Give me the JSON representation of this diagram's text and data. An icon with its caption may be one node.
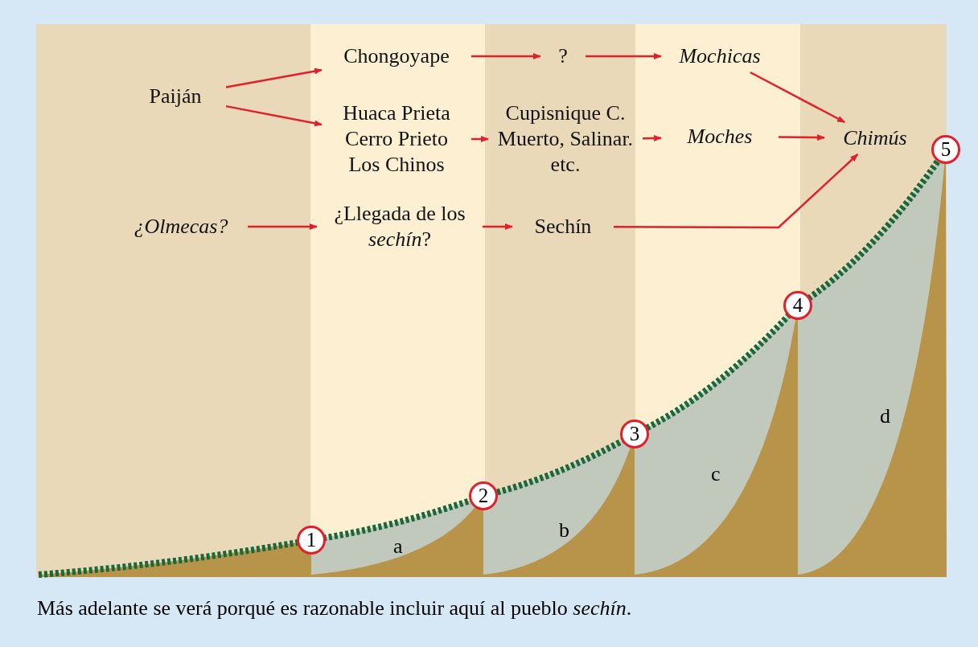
{
  "diagram": {
    "caption": "Más adelante se verá porqué es razonable incluir aquí al pueblo *sechín*.",
    "nodes": [
      {
        "text": [
          "Paiján"
        ]
      },
      {
        "text": [
          "Chongoyape"
        ]
      },
      {
        "text": [
          "?"
        ]
      },
      {
        "text": [
          "Mochicas"
        ]
      },
      {
        "text": [
          "Huaca Prieta Cerro Prieto Los Chinos"
        ]
      },
      {
        "text": [
          "Cupisnique C. Muerto, Salinar. etc."
        ]
      },
      {
        "text": [
          "Moches"
        ]
      },
      {
        "text": [
          "Chimús"
        ]
      },
      {
        "text": [
          "¿Olmecas?"
        ]
      },
      {
        "text": [
          "¿Llegada de los *sechín*?"
        ]
      },
      {
        "text": [
          "Sechín"
        ]
      },
      {
        "text": [
          "1"
        ]
      },
      {
        "text": [
          "2"
        ]
      },
      {
        "text": [
          "3"
        ]
      },
      {
        "text": [
          "4"
        ]
      },
      {
        "text": [
          "5"
        ]
      }
    ],
    "edges": [
      {
        "from": 0,
        "to": 1,
        "arrow": "to"
      },
      {
        "from": 0,
        "to": 4,
        "arrow": "to"
      },
      {
        "from": 1,
        "to": 2,
        "arrow": "to"
      },
      {
        "from": 2,
        "to": 3,
        "arrow": "to"
      },
      {
        "from": 3,
        "to": 7,
        "arrow": "to"
      },
      {
        "from": 4,
        "to": 5,
        "arrow": "to"
      },
      {
        "from": 5,
        "to": 6,
        "arrow": "to"
      },
      {
        "from": 6,
        "to": 7,
        "arrow": "to"
      },
      {
        "from": 8,
        "to": 9,
        "arrow": "to"
      },
      {
        "from": 9,
        "to": 10,
        "arrow": "to"
      },
      {
        "from": 10,
        "to": 7,
        "arrow": "to"
      }
    ],
    "labels": [
      "a",
      "b",
      "c",
      "d"
    ]
  }
}
